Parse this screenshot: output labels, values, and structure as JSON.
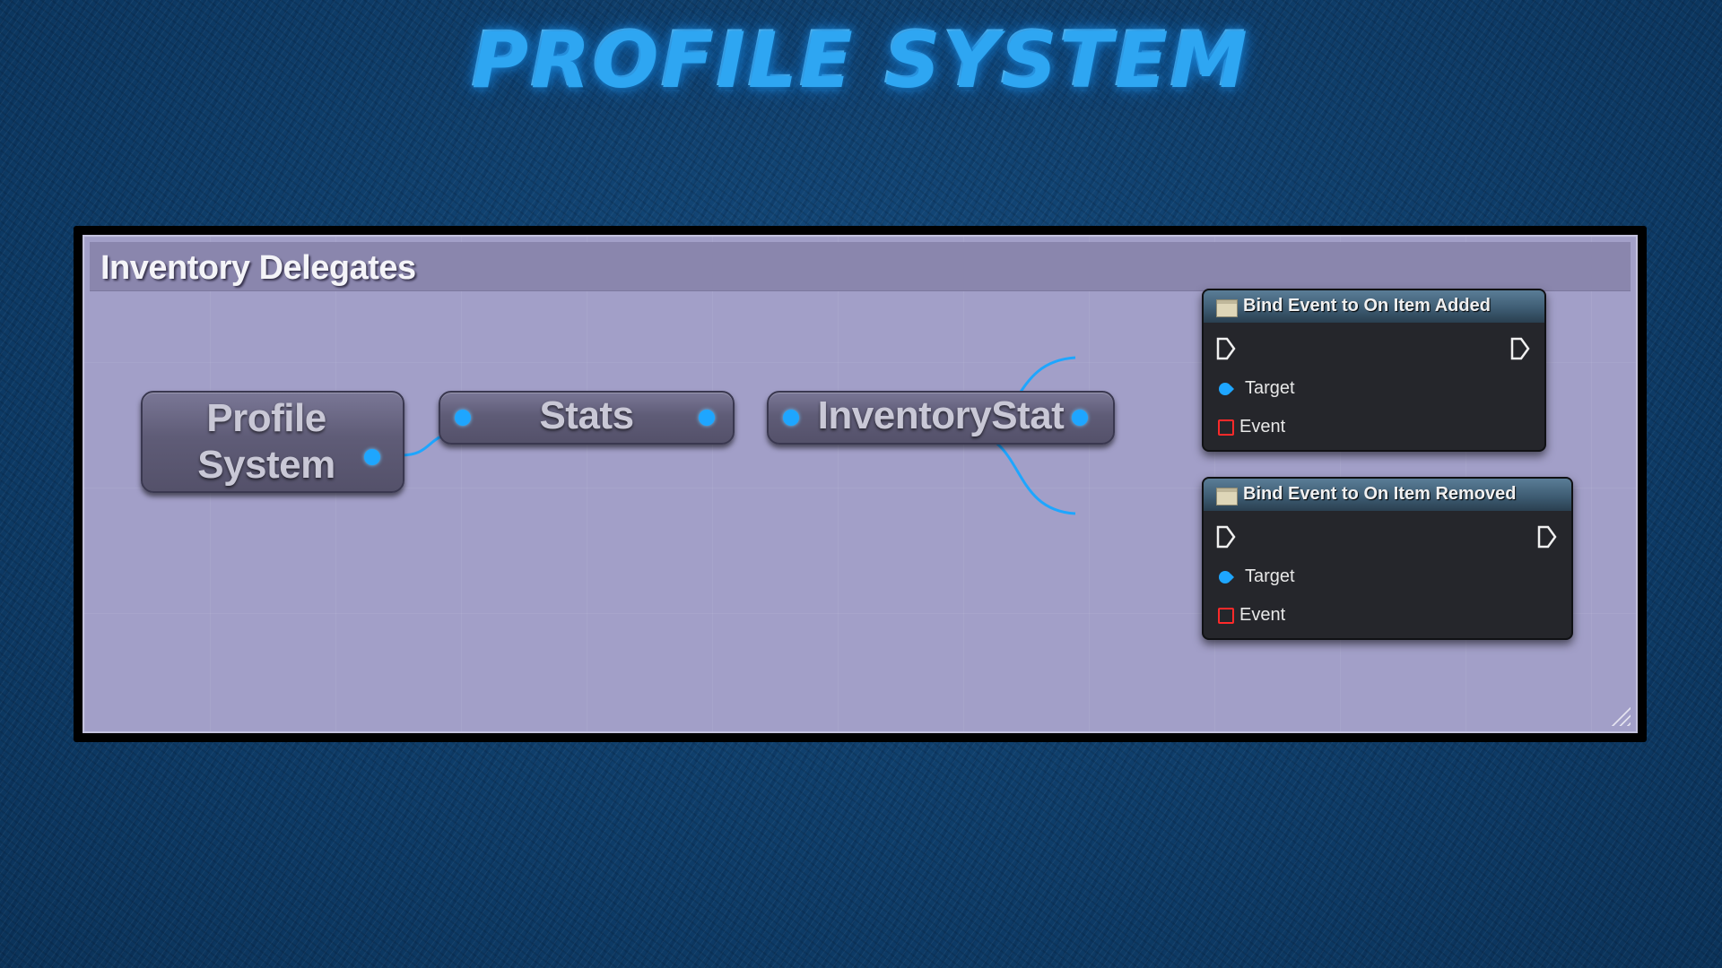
{
  "page_title": "PROFILE SYSTEM",
  "comment": {
    "title": "Inventory Delegates"
  },
  "variables": [
    {
      "label_line1": "Profile",
      "label_line2": "System"
    },
    {
      "label": "Stats"
    },
    {
      "label": "InventoryStat"
    }
  ],
  "functions": [
    {
      "title": "Bind Event to On Item Added",
      "pins": {
        "target": "Target",
        "event": "Event"
      }
    },
    {
      "title": "Bind Event to On Item Removed",
      "pins": {
        "target": "Target",
        "event": "Event"
      }
    }
  ],
  "colors": {
    "background": "#0f3f6c",
    "title_glow": "#2ea6f2",
    "comment_bg": "#a29fc8",
    "comment_header": "#8a86ad",
    "wire_blue": "#1ea6ff",
    "event_pin_red": "#ff2a2a"
  }
}
